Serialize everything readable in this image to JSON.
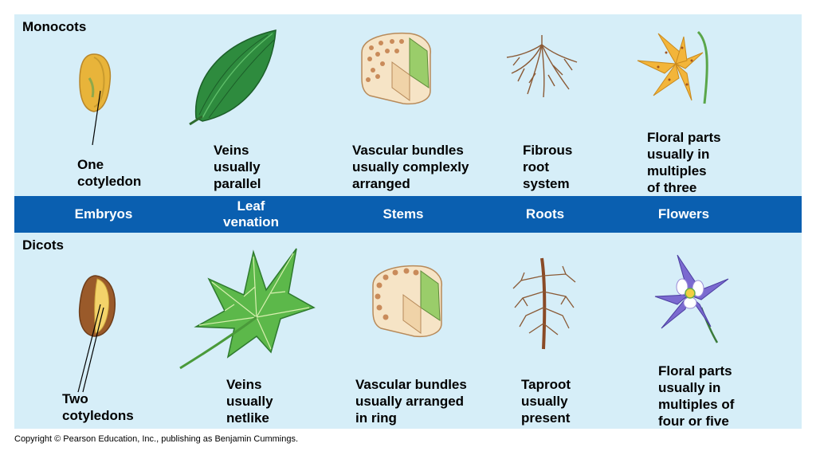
{
  "band": {
    "embryos": "Embryos",
    "leaf": "Leaf\nvenation",
    "stems": "Stems",
    "roots": "Roots",
    "flowers": "Flowers"
  },
  "monocots": {
    "title": "Monocots",
    "embryo": "One\ncotyledon",
    "leaf": "Veins\nusually\nparallel",
    "stem": "Vascular bundles\nusually complexly\narranged",
    "root": "Fibrous\nroot\nsystem",
    "flower": "Floral parts\nusually in\nmultiples\nof three"
  },
  "dicots": {
    "title": "Dicots",
    "embryo": "Two\ncotyledons",
    "leaf": "Veins\nusually\nnetlike",
    "stem": "Vascular bundles\nusually arranged\nin ring",
    "root": "Taproot\nusually\npresent",
    "flower": "Floral parts\nusually in\nmultiples of\nfour or five"
  },
  "footer": {
    "copyright": "Copyright © Pearson Education, Inc., publishing as Benjamin Cummings."
  },
  "colors": {
    "panel": "#d6eef8",
    "band": "#0a5fb0",
    "leaf_green": "#2e8b3e",
    "flower_yellow": "#f3b53a",
    "flower_purple": "#7b6ad0"
  }
}
